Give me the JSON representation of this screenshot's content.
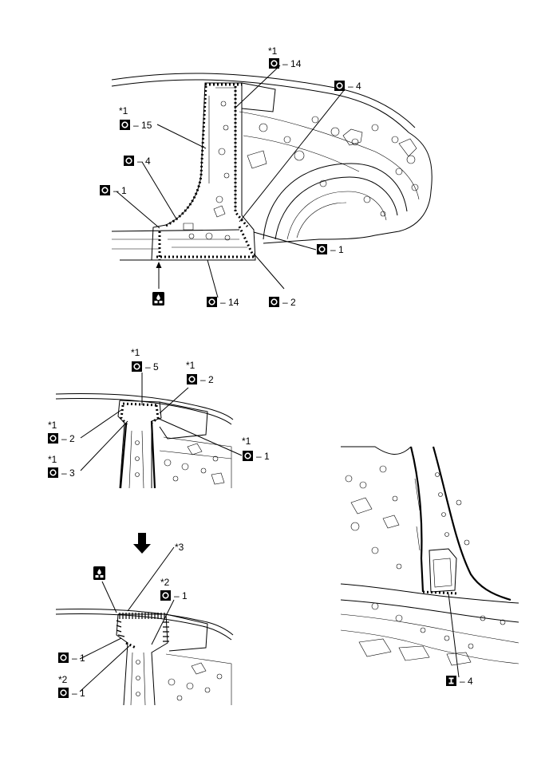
{
  "callouts": {
    "top": [
      {
        "star": "*1",
        "number": "14",
        "symbol": "spot-weld-icon"
      },
      {
        "star": "",
        "number": "4",
        "symbol": "spot-weld-icon"
      },
      {
        "star": "*1",
        "number": "15",
        "symbol": "spot-weld-icon"
      },
      {
        "star": "",
        "number": "4",
        "symbol": "spot-weld-icon"
      },
      {
        "star": "",
        "number": "1",
        "symbol": "spot-weld-icon"
      },
      {
        "star": "",
        "number": "1",
        "symbol": "spot-weld-icon"
      },
      {
        "star": "",
        "number": "14",
        "symbol": "spot-weld-icon"
      },
      {
        "star": "",
        "number": "2",
        "symbol": "spot-weld-icon"
      }
    ],
    "middle": [
      {
        "star": "*1",
        "number": "5",
        "symbol": "spot-weld-icon"
      },
      {
        "star": "*1",
        "number": "2",
        "symbol": "spot-weld-icon"
      },
      {
        "star": "*1",
        "number": "2",
        "symbol": "spot-weld-icon"
      },
      {
        "star": "*1",
        "number": "3",
        "symbol": "spot-weld-icon"
      },
      {
        "star": "*1",
        "number": "1",
        "symbol": "spot-weld-icon"
      }
    ],
    "bottom": [
      {
        "star": "*3",
        "number": "",
        "symbol": ""
      },
      {
        "star": "*2",
        "number": "1",
        "symbol": "spot-weld-icon"
      },
      {
        "star": "",
        "number": "1",
        "symbol": "spot-weld-icon"
      },
      {
        "star": "*2",
        "number": "1",
        "symbol": "spot-weld-icon"
      }
    ],
    "right": [
      {
        "star": "",
        "number": "4",
        "symbol": "arc-weld-icon"
      }
    ]
  },
  "dash": "–"
}
